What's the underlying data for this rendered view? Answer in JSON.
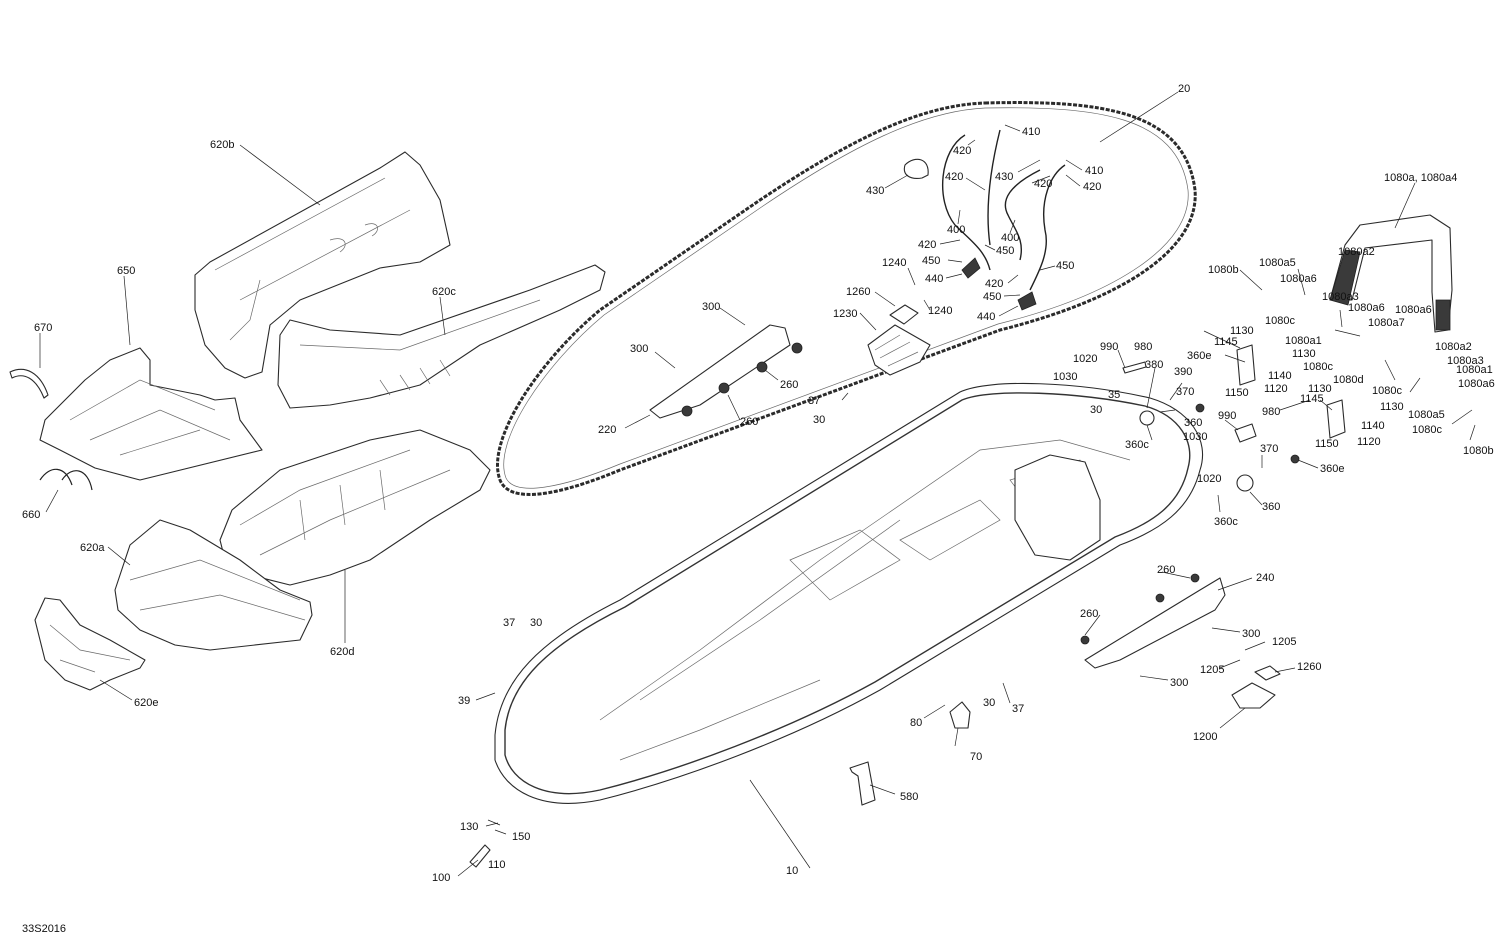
{
  "diagram_code": "33S2016",
  "callouts": [
    {
      "id": "c20",
      "text": "20"
    },
    {
      "id": "c410a",
      "text": "410"
    },
    {
      "id": "c420a",
      "text": "420"
    },
    {
      "id": "c430a",
      "text": "430"
    },
    {
      "id": "c410b",
      "text": "410"
    },
    {
      "id": "c420b",
      "text": "420"
    },
    {
      "id": "c420c",
      "text": "420"
    },
    {
      "id": "c430b",
      "text": "430"
    },
    {
      "id": "c420d",
      "text": "420"
    },
    {
      "id": "c400a",
      "text": "400"
    },
    {
      "id": "c400b",
      "text": "400"
    },
    {
      "id": "c420e",
      "text": "420"
    },
    {
      "id": "c450a",
      "text": "450"
    },
    {
      "id": "c450b",
      "text": "450"
    },
    {
      "id": "c440a",
      "text": "440"
    },
    {
      "id": "c420f",
      "text": "420"
    },
    {
      "id": "c450c",
      "text": "450"
    },
    {
      "id": "c450d",
      "text": "450"
    },
    {
      "id": "c440b",
      "text": "440"
    },
    {
      "id": "c1240a",
      "text": "1240"
    },
    {
      "id": "c1260a",
      "text": "1260"
    },
    {
      "id": "c1240b",
      "text": "1240"
    },
    {
      "id": "c1230",
      "text": "1230"
    },
    {
      "id": "c300a",
      "text": "300"
    },
    {
      "id": "c300b",
      "text": "300"
    },
    {
      "id": "c260a",
      "text": "260"
    },
    {
      "id": "c260b",
      "text": "260"
    },
    {
      "id": "c220",
      "text": "220"
    },
    {
      "id": "c37a",
      "text": "37"
    },
    {
      "id": "c30a",
      "text": "30"
    },
    {
      "id": "c620b",
      "text": "620b"
    },
    {
      "id": "c620c",
      "text": "620c"
    },
    {
      "id": "c650",
      "text": "650"
    },
    {
      "id": "c670",
      "text": "670"
    },
    {
      "id": "c660",
      "text": "660"
    },
    {
      "id": "c620a",
      "text": "620a"
    },
    {
      "id": "c620d",
      "text": "620d"
    },
    {
      "id": "c620e",
      "text": "620e"
    },
    {
      "id": "c1080a",
      "text": "1080a, 1080a4"
    },
    {
      "id": "c1080b1",
      "text": "1080b"
    },
    {
      "id": "c1080a5a",
      "text": "1080a5"
    },
    {
      "id": "c1080a6a",
      "text": "1080a6"
    },
    {
      "id": "c1080a2a",
      "text": "1080a2"
    },
    {
      "id": "c1080a3a",
      "text": "1080a3"
    },
    {
      "id": "c1080c1",
      "text": "1080c"
    },
    {
      "id": "c1080a1a",
      "text": "1080a1"
    },
    {
      "id": "c1080a6b",
      "text": "1080a6"
    },
    {
      "id": "c1080a7",
      "text": "1080a7"
    },
    {
      "id": "c1080a6c",
      "text": "1080a6"
    },
    {
      "id": "c1080c2",
      "text": "1080c"
    },
    {
      "id": "c1080d",
      "text": "1080d"
    },
    {
      "id": "c1080a2b",
      "text": "1080a2"
    },
    {
      "id": "c1080a3b",
      "text": "1080a3"
    },
    {
      "id": "c1080c3",
      "text": "1080c"
    },
    {
      "id": "c1080a1b",
      "text": "1080a1"
    },
    {
      "id": "c1080a6d",
      "text": "1080a6"
    },
    {
      "id": "c1080a5b",
      "text": "1080a5"
    },
    {
      "id": "c1080c4",
      "text": "1080c"
    },
    {
      "id": "c1080b2",
      "text": "1080b"
    },
    {
      "id": "c1130a",
      "text": "1130"
    },
    {
      "id": "c1145a",
      "text": "1145"
    },
    {
      "id": "c1130b",
      "text": "1130"
    },
    {
      "id": "c1140a",
      "text": "1140"
    },
    {
      "id": "c1150a",
      "text": "1150"
    },
    {
      "id": "c1120a",
      "text": "1120"
    },
    {
      "id": "c1130c",
      "text": "1130"
    },
    {
      "id": "c1145b",
      "text": "1145"
    },
    {
      "id": "c1130d",
      "text": "1130"
    },
    {
      "id": "c1140b",
      "text": "1140"
    },
    {
      "id": "c1150b",
      "text": "1150"
    },
    {
      "id": "c1120b",
      "text": "1120"
    },
    {
      "id": "c990a",
      "text": "990"
    },
    {
      "id": "c980a",
      "text": "980"
    },
    {
      "id": "c1020a",
      "text": "1020"
    },
    {
      "id": "c1030a",
      "text": "1030"
    },
    {
      "id": "c380",
      "text": "380"
    },
    {
      "id": "c360ea",
      "text": "360e"
    },
    {
      "id": "c390",
      "text": "390"
    },
    {
      "id": "c35",
      "text": "35"
    },
    {
      "id": "c370a",
      "text": "370"
    },
    {
      "id": "c30b",
      "text": "30"
    },
    {
      "id": "c360a",
      "text": "360"
    },
    {
      "id": "c360ca",
      "text": "360c"
    },
    {
      "id": "c990b",
      "text": "990"
    },
    {
      "id": "c980b",
      "text": "980"
    },
    {
      "id": "c1030b",
      "text": "1030"
    },
    {
      "id": "c370b",
      "text": "370"
    },
    {
      "id": "c360eb",
      "text": "360e"
    },
    {
      "id": "c1020b",
      "text": "1020"
    },
    {
      "id": "c360b",
      "text": "360"
    },
    {
      "id": "c360cb",
      "text": "360c"
    },
    {
      "id": "c260c",
      "text": "260"
    },
    {
      "id": "c240",
      "text": "240"
    },
    {
      "id": "c260d",
      "text": "260"
    },
    {
      "id": "c300c",
      "text": "300"
    },
    {
      "id": "c1205a",
      "text": "1205"
    },
    {
      "id": "c1205b",
      "text": "1205"
    },
    {
      "id": "c1260b",
      "text": "1260"
    },
    {
      "id": "c300d",
      "text": "300"
    },
    {
      "id": "c1200",
      "text": "1200"
    },
    {
      "id": "c37b",
      "text": "37"
    },
    {
      "id": "c30c",
      "text": "30"
    },
    {
      "id": "c39",
      "text": "39"
    },
    {
      "id": "c30d",
      "text": "30"
    },
    {
      "id": "c37c",
      "text": "37"
    },
    {
      "id": "c80",
      "text": "80"
    },
    {
      "id": "c70",
      "text": "70"
    },
    {
      "id": "c580",
      "text": "580"
    },
    {
      "id": "c10",
      "text": "10"
    },
    {
      "id": "c130",
      "text": "130"
    },
    {
      "id": "c150",
      "text": "150"
    },
    {
      "id": "c110",
      "text": "110"
    },
    {
      "id": "c100",
      "text": "100"
    }
  ]
}
